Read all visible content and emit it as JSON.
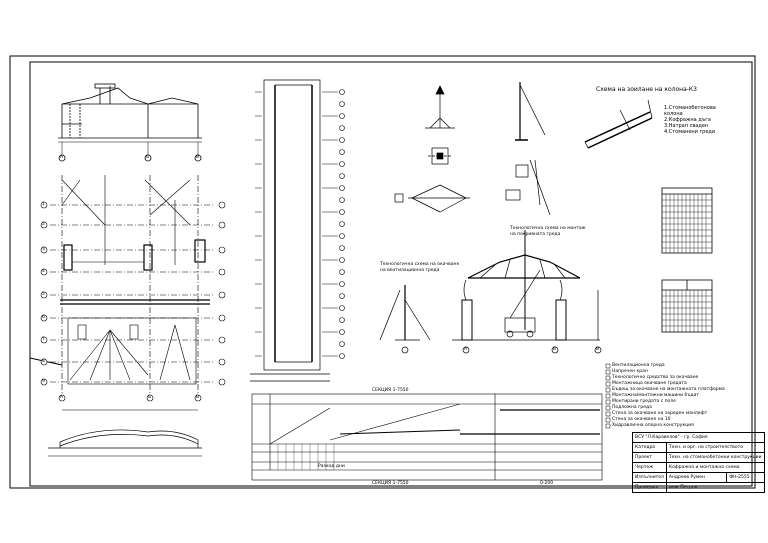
{
  "sheet": {
    "crane_scheme_title": "Схема на зоилане на колона-К3",
    "crane_notes": [
      "1.Стоманобетонова",
      "колона",
      "2.Кофражна дъга",
      "3.Натрап сваден",
      "4.Стоманени греди"
    ],
    "erection_scheme_title": "Технологична схема на монтаж",
    "erection_scheme_subtitle": "на покривната греда",
    "lift_scheme_title": "Технологична схема на окачване",
    "lift_scheme_subtitle": "на вентилационна греда",
    "axis_labels": [
      "А",
      "Б",
      "В"
    ],
    "row_labels": [
      "1",
      "2",
      "3",
      "4",
      "5",
      "6",
      "7",
      "8",
      "9",
      "10",
      "11",
      "12"
    ],
    "legend_items": [
      "Вентилационна греда",
      "Напречен кран",
      "Технологично средство за окачване",
      "Монтажница окачване гредата",
      "Бъдещ за окачване на монтажната платформа",
      "Монтажна/монтажни машини бъдат",
      "Монтирани гредата с поле",
      "Подложна греда",
      "Стена за окачване на зареден манлифт",
      "Стена за окачване на 10",
      "Хидравлична опорна конструкция"
    ],
    "timeline_labels": [
      "СЕКЦИЯ 1-7550",
      "Разход дни",
      "СЕКЦИЯ 1-7550",
      "0-200"
    ],
    "title_block": {
      "org": "ВСУ \"Л.Каравелов\" - гр. София",
      "row1_key": "Катедра",
      "row1_val": "Техн. и орг. на строителството",
      "row2_key": "Проект",
      "row2_val": "Техн. на стоманобетонни конструкции",
      "row3_key": "Чертеж",
      "row3_val": "Кофражна и монтажна схема",
      "row4_key": "Изпълнител",
      "row4_val": "Андреев Румен",
      "row4_num": "ФН-2555",
      "row5_key": "Проверил",
      "row5_val": "инж.Петров"
    }
  }
}
